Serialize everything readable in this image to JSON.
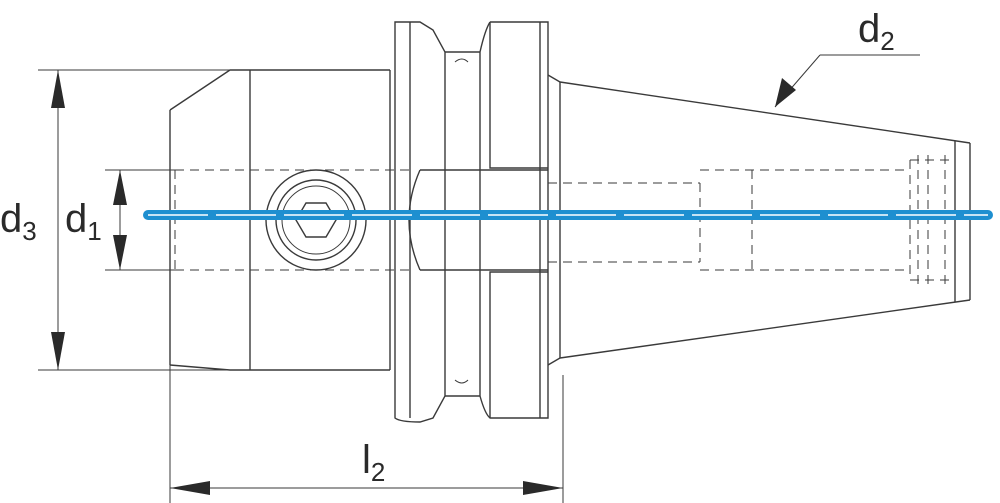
{
  "labels": {
    "d3": {
      "main": "d",
      "sub": "3"
    },
    "d1": {
      "main": "d",
      "sub": "1"
    },
    "d2": {
      "main": "d",
      "sub": "2"
    },
    "l2": {
      "main": "l",
      "sub": "2"
    }
  },
  "colors": {
    "line": "#3a3a3a",
    "axis": "#1e8fd0"
  }
}
